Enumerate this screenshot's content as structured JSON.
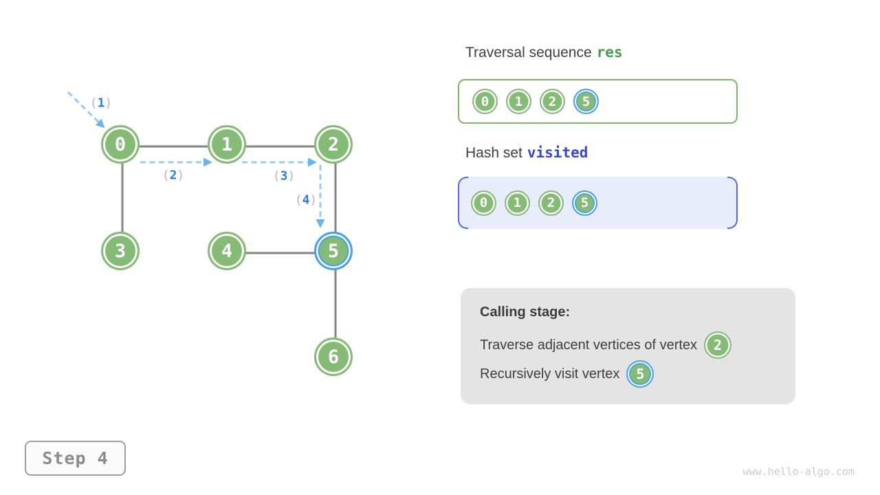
{
  "figure": {
    "step_label": "Step 4",
    "watermark": "www.hello-algo.com"
  },
  "graph": {
    "nodes": [
      {
        "id": "0"
      },
      {
        "id": "1"
      },
      {
        "id": "2"
      },
      {
        "id": "3"
      },
      {
        "id": "4"
      },
      {
        "id": "5"
      },
      {
        "id": "6"
      }
    ],
    "highlighted_node": "5",
    "edges": [
      [
        "0",
        "1"
      ],
      [
        "1",
        "2"
      ],
      [
        "0",
        "3"
      ],
      [
        "2",
        "5"
      ],
      [
        "4",
        "5"
      ],
      [
        "5",
        "6"
      ]
    ],
    "arrow_labels": [
      {
        "open": "(",
        "num": "1",
        "close": ")"
      },
      {
        "open": "(",
        "num": "2",
        "close": ")"
      },
      {
        "open": "(",
        "num": "3",
        "close": ")"
      },
      {
        "open": "(",
        "num": "4",
        "close": ")"
      }
    ]
  },
  "panels": {
    "traversal": {
      "title": "Traversal sequence",
      "code": "res",
      "items": [
        {
          "id": "0"
        },
        {
          "id": "1"
        },
        {
          "id": "2"
        },
        {
          "id": "5"
        }
      ]
    },
    "visited": {
      "title": "Hash set",
      "code": "visited",
      "items": [
        {
          "id": "0"
        },
        {
          "id": "1"
        },
        {
          "id": "2"
        },
        {
          "id": "5"
        }
      ]
    },
    "calling": {
      "heading": "Calling stage:",
      "lines": [
        {
          "text": "Traverse adjacent vertices of vertex",
          "node": "2"
        },
        {
          "text": "Recursively visit vertex",
          "node": "5"
        }
      ]
    }
  },
  "colors": {
    "node_green": "#85bb76",
    "highlight_blue": "#47a2e9",
    "edge_gray": "#8a8a8a",
    "arrow_dash_blue": "#92c9f2",
    "arrowhead_blue": "#6cb3ec",
    "label_num_blue": "#2d7dd2",
    "label_paren_gray": "#b5b5b5",
    "res_green": "#4b9c50",
    "visited_indigo": "#3847c8",
    "visited_bg": "#e9ecfb",
    "bracket_indigo": "#5868de",
    "calling_bg": "#e4e4e4"
  }
}
